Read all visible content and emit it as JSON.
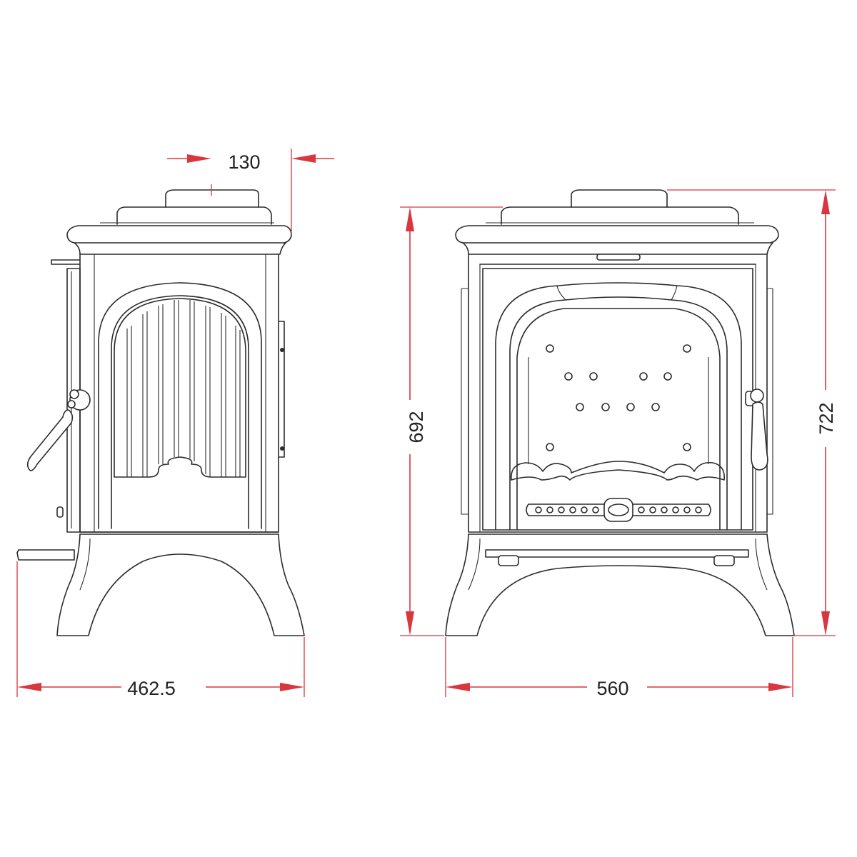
{
  "dimensions": {
    "flue_offset": "130",
    "side_depth": "462.5",
    "front_width": "560",
    "flue_height": "692",
    "overall_height": "722"
  },
  "colors": {
    "outline": "#2b2b2b",
    "dimension": "#d9363e",
    "text": "#222222",
    "background": "#ffffff"
  }
}
